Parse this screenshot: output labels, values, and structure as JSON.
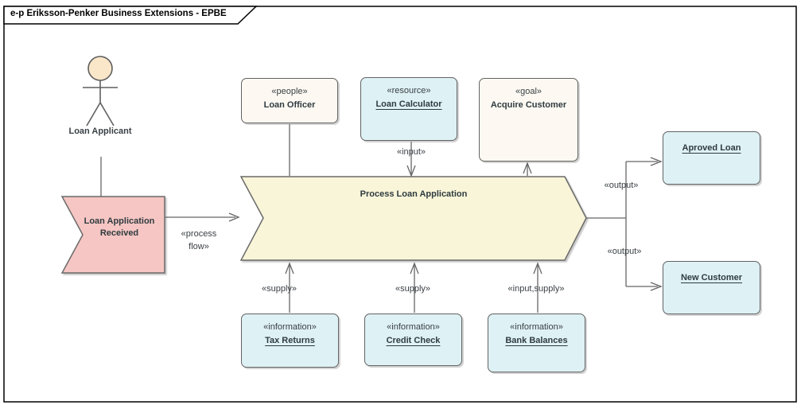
{
  "title_tab": "e-p Eriksson-Penker Business Extensions - EPBE",
  "actor": {
    "label": "Loan Applicant"
  },
  "event": {
    "name": "Loan Application Received"
  },
  "process": {
    "name": "Process Loan Application"
  },
  "nodes": {
    "loan_officer": {
      "stereotype": "«people»",
      "name": "Loan Officer"
    },
    "loan_calculator": {
      "stereotype": "«resource»",
      "name": "Loan Calculator"
    },
    "acquire_customer": {
      "stereotype": "«goal»",
      "name": "Acquire Customer"
    },
    "aproved_loan": {
      "name": "Aproved Loan"
    },
    "new_customer": {
      "name": "New Customer"
    },
    "tax_returns": {
      "stereotype": "«information»",
      "name": "Tax Returns"
    },
    "credit_check": {
      "stereotype": "«information»",
      "name": "Credit Check"
    },
    "bank_balances": {
      "stereotype": "«information»",
      "name": "Bank Balances"
    }
  },
  "connector_labels": {
    "process_flow": "«process flow»",
    "input": "«input»",
    "supply_tax": "«supply»",
    "supply_credit": "«supply»",
    "input_supply": "«input,supply»",
    "output_top": "«output»",
    "output_bottom": "«output»"
  },
  "colors": {
    "information_fill": "#def1f5",
    "people_goal_fill": "#fdf9f2",
    "process_fill": "#f8f5d8",
    "event_fill": "#f5c6c3",
    "actor_head_fill": "#fae7c9",
    "line": "#666666",
    "shape_border": "#636363",
    "frame_border": "#000000",
    "text": "#3a4145"
  }
}
